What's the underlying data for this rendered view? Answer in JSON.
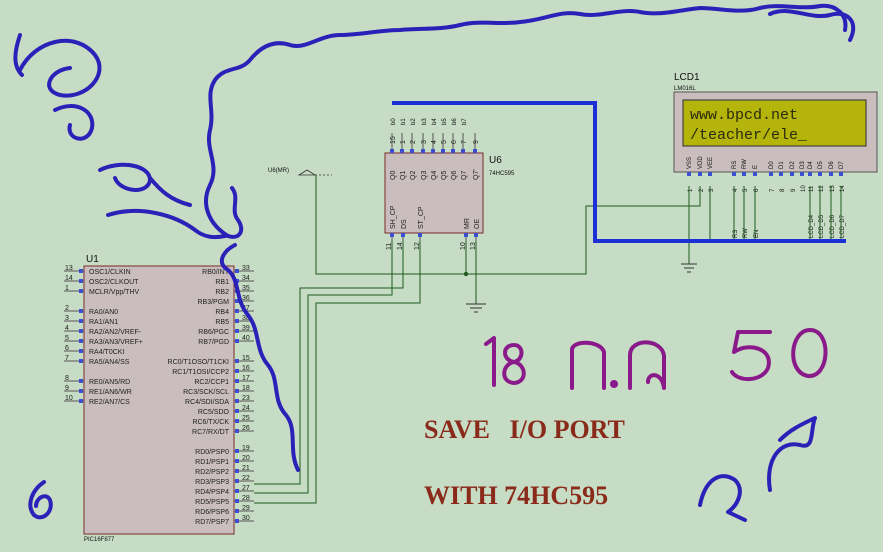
{
  "colors": {
    "background": "#c6dcc4",
    "wire": "#1f5a1f",
    "bus": "#1d2fd6",
    "ink": "#2a22b8",
    "purple": "#8a1a8a",
    "note": "#8a2a1a",
    "ic_fill": "#c9bdbd",
    "lcd_screen": "#b4b40a"
  },
  "u1": {
    "ref": "U1",
    "part": "PIC16F877",
    "left_pins": [
      {
        "num": "13",
        "name": "OSC1/CLKIN"
      },
      {
        "num": "14",
        "name": "OSC2/CLKOUT"
      },
      {
        "num": "1",
        "name": "MCLR/Vpp/THV"
      },
      {
        "num": "2",
        "name": "RA0/AN0"
      },
      {
        "num": "3",
        "name": "RA1/AN1"
      },
      {
        "num": "4",
        "name": "RA2/AN2/VREF-"
      },
      {
        "num": "5",
        "name": "RA3/AN3/VREF+"
      },
      {
        "num": "6",
        "name": "RA4/T0CKI"
      },
      {
        "num": "7",
        "name": "RA5/AN4/SS"
      },
      {
        "num": "8",
        "name": "RE0/AN5/RD"
      },
      {
        "num": "9",
        "name": "RE1/AN6/WR"
      },
      {
        "num": "10",
        "name": "RE2/AN7/CS"
      }
    ],
    "right_pins": [
      {
        "num": "33",
        "name": "RB0/INT"
      },
      {
        "num": "34",
        "name": "RB1"
      },
      {
        "num": "35",
        "name": "RB2"
      },
      {
        "num": "36",
        "name": "RB3/PGM"
      },
      {
        "num": "37",
        "name": "RB4"
      },
      {
        "num": "38",
        "name": "RB5"
      },
      {
        "num": "39",
        "name": "RB6/PGC"
      },
      {
        "num": "40",
        "name": "RB7/PGD"
      },
      {
        "num": "15",
        "name": "RC0/T1OSO/T1CKI"
      },
      {
        "num": "16",
        "name": "RC1/T1OSI/CCP2"
      },
      {
        "num": "17",
        "name": "RC2/CCP1"
      },
      {
        "num": "18",
        "name": "RC3/SCK/SCL"
      },
      {
        "num": "23",
        "name": "RC4/SDI/SDA"
      },
      {
        "num": "24",
        "name": "RC5/SDO"
      },
      {
        "num": "25",
        "name": "RC6/TX/CK"
      },
      {
        "num": "26",
        "name": "RC7/RX/DT"
      },
      {
        "num": "19",
        "name": "RD0/PSP0"
      },
      {
        "num": "20",
        "name": "RD1/PSP1"
      },
      {
        "num": "21",
        "name": "RD2/PSP2"
      },
      {
        "num": "22",
        "name": "RD3/PSP3"
      },
      {
        "num": "27",
        "name": "RD4/PSP4"
      },
      {
        "num": "28",
        "name": "RD5/PSP5"
      },
      {
        "num": "29",
        "name": "RD6/PSP6"
      },
      {
        "num": "30",
        "name": "RD7/PSP7"
      }
    ]
  },
  "u6": {
    "ref": "U6",
    "part": "74HC595",
    "top_pins": [
      {
        "num": "15",
        "name": "Q0"
      },
      {
        "num": "1",
        "name": "Q1"
      },
      {
        "num": "2",
        "name": "Q2"
      },
      {
        "num": "3",
        "name": "Q3"
      },
      {
        "num": "4",
        "name": "Q4"
      },
      {
        "num": "5",
        "name": "Q5"
      },
      {
        "num": "6",
        "name": "Q6"
      },
      {
        "num": "7",
        "name": "Q7"
      },
      {
        "num": "9",
        "name": "Q7'"
      }
    ],
    "bottom_pins": [
      {
        "num": "11",
        "name": "SH_CP"
      },
      {
        "num": "14",
        "name": "DS"
      },
      {
        "num": "12",
        "name": "ST_CP"
      },
      {
        "num": "10",
        "name": "MR"
      },
      {
        "num": "13",
        "name": "OE"
      }
    ],
    "net_labels": [
      "b0",
      "b1",
      "b2",
      "b3",
      "b4",
      "b5",
      "b6",
      "b7"
    ],
    "probe_label": "U6(MR)"
  },
  "lcd": {
    "ref": "LCD1",
    "part": "LM016L",
    "line1": "www.bpcd.net",
    "line2": "/teacher/ele_",
    "pins": [
      {
        "num": "1",
        "name": "VSS"
      },
      {
        "num": "2",
        "name": "VDD"
      },
      {
        "num": "3",
        "name": "VEE"
      },
      {
        "num": "4",
        "name": "RS"
      },
      {
        "num": "5",
        "name": "RW"
      },
      {
        "num": "6",
        "name": "E"
      },
      {
        "num": "7",
        "name": "D0"
      },
      {
        "num": "8",
        "name": "D1"
      },
      {
        "num": "9",
        "name": "D2"
      },
      {
        "num": "10",
        "name": "D3"
      },
      {
        "num": "11",
        "name": "D4"
      },
      {
        "num": "12",
        "name": "D5"
      },
      {
        "num": "13",
        "name": "D6"
      },
      {
        "num": "14",
        "name": "D7"
      }
    ],
    "wire_labels": [
      "RS",
      "RW",
      "EN",
      "LCD_D4",
      "LCD_D5",
      "LCD_D6",
      "LCD_D7"
    ]
  },
  "notes": {
    "line1": "SAVE   I/O PORT",
    "line2": "WITH 74HC595"
  }
}
